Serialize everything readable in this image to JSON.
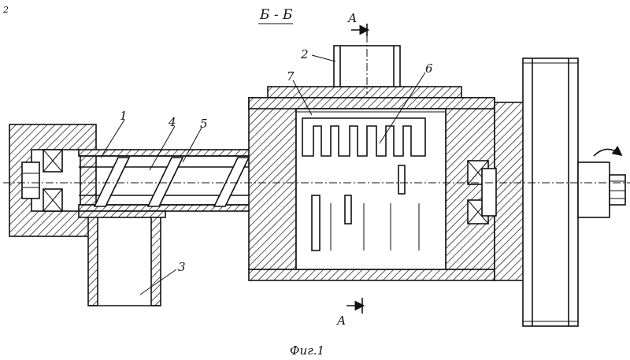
{
  "labels": {
    "section_title": "Б - Б",
    "section_a_top": "А",
    "section_a_bottom": "А",
    "part_1": "1",
    "part_2": "2",
    "part_3": "3",
    "part_4": "4",
    "part_5": "5",
    "part_6": "6",
    "part_7": "7",
    "caption": "Фиг.1",
    "corner_mark": "2"
  }
}
